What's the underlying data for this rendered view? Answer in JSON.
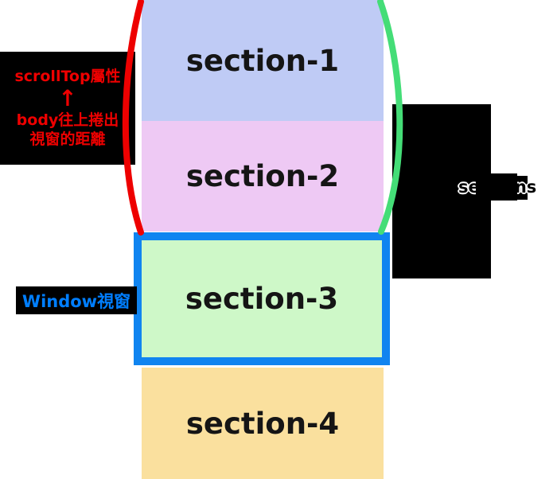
{
  "sections": [
    {
      "label": "section-1",
      "bg": "#bfcbf5"
    },
    {
      "label": "section-2",
      "bg": "#eec9f4"
    },
    {
      "label": "section-3",
      "bg": "#cef8c8"
    },
    {
      "label": "section-4",
      "bg": "#fae09e"
    }
  ],
  "scrolltop_note": {
    "line1": "scrollTop屬性",
    "arrow": "↑",
    "line2": "body往上捲出",
    "line3": "視窗的距離",
    "text_color": "#ee0000"
  },
  "window_note": {
    "text": "Window視窗",
    "text_color": "#007eff"
  },
  "right_note": {
    "text": "sections"
  },
  "colors": {
    "red_curve": "#ee0000",
    "green_curve": "#44dd77",
    "window_border": "#1084f0",
    "note_bg": "#000000"
  }
}
